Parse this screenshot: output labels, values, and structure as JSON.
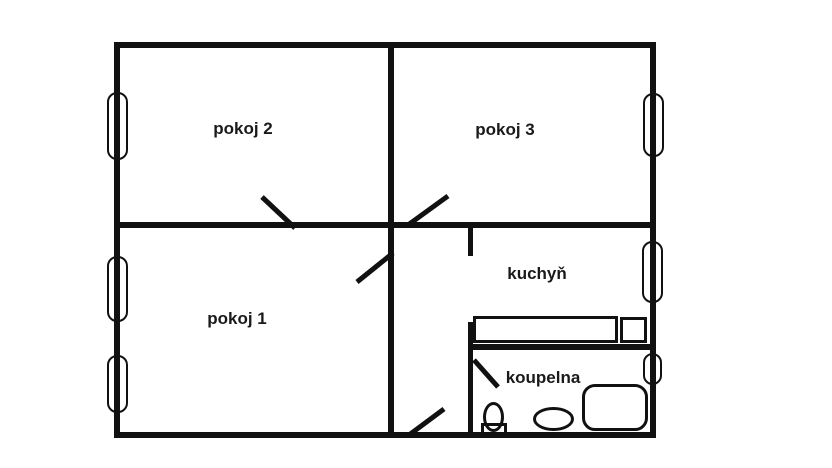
{
  "diagram": {
    "type": "floor-plan",
    "rooms": [
      {
        "id": "pokoj2",
        "label": "pokoj 2"
      },
      {
        "id": "pokoj3",
        "label": "pokoj 3"
      },
      {
        "id": "pokoj1",
        "label": "pokoj 1"
      },
      {
        "id": "kuchyn",
        "label": "kuchyň"
      },
      {
        "id": "koupelna",
        "label": "koupelna"
      }
    ],
    "symbols": {
      "windows": [
        "pokoj2-left",
        "pokoj3-right",
        "pokoj1-left-upper",
        "pokoj1-left-lower",
        "kuchyn-right",
        "koupelna-right"
      ],
      "door_swings": [
        "pokoj2",
        "pokoj3",
        "pokoj1",
        "entrance",
        "koupelna"
      ],
      "fixtures": [
        "kitchen-counter",
        "stove",
        "toilet",
        "washbasin",
        "bathtub"
      ]
    },
    "colors": {
      "wall": "#111111",
      "background": "#ffffff",
      "text": "#1a1a1a"
    }
  }
}
